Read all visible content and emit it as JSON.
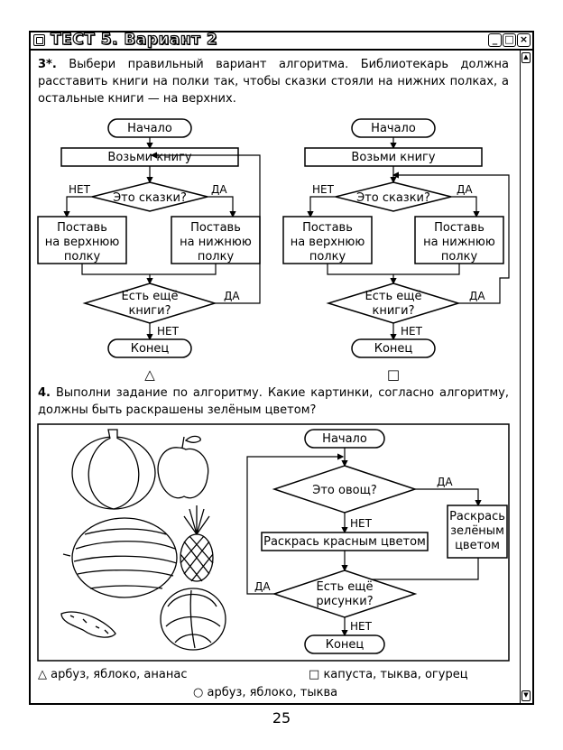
{
  "window": {
    "title": "ТЕСТ 5. Вариант 2",
    "buttons": [
      "_",
      "□",
      "×"
    ]
  },
  "q3": {
    "number": "3*.",
    "text": "Выбери правильный вариант алгоритма. Библиотекарь должна расставить книги на полки так, чтобы сказки стояли на нижних полках, а остальные книги — на верхних.",
    "flowchart_left": {
      "start": "Начало",
      "take": "Возьми книгу",
      "decision": "Это сказки?",
      "no": "НЕТ",
      "yes": "ДА",
      "left_action": [
        "Поставь",
        "на верхнюю",
        "полку"
      ],
      "right_action": [
        "Поставь",
        "на нижнюю",
        "полку"
      ],
      "loop": [
        "Есть ещё",
        "книги?"
      ],
      "loop_yes": "ДА",
      "loop_no": "НЕТ",
      "end": "Конец",
      "marker": "△"
    },
    "flowchart_right": {
      "start": "Начало",
      "take": "Возьми книгу",
      "decision": "Это сказки?",
      "no": "НЕТ",
      "yes": "ДА",
      "left_action": [
        "Поставь",
        "на верхнюю",
        "полку"
      ],
      "right_action": [
        "Поставь",
        "на нижнюю",
        "полку"
      ],
      "loop": [
        "Есть ещё",
        "книги?"
      ],
      "loop_yes": "ДА",
      "loop_no": "НЕТ",
      "end": "Конец",
      "marker": "□"
    }
  },
  "q4": {
    "number": "4.",
    "text": "Выполни задание по алгоритму. Какие картинки, согласно алгоритму, должны быть раскрашены зелёным цветом?",
    "flowchart": {
      "start": "Начало",
      "decision": "Это овощ?",
      "yes": "ДА",
      "no": "НЕТ",
      "red": "Раскрась красным цветом",
      "green": [
        "Раскрась",
        "зелёным",
        "цветом"
      ],
      "loop": [
        "Есть ещё",
        "рисунки?"
      ],
      "loop_yes": "ДА",
      "loop_no": "НЕТ",
      "end": "Конец"
    },
    "pictures": [
      "pumpkin",
      "apple",
      "watermelon",
      "pineapple",
      "cucumber",
      "cabbage"
    ],
    "answers": [
      {
        "marker": "△",
        "text": "арбуз, яблоко, ананас"
      },
      {
        "marker": "□",
        "text": "капуста, тыква, огурец"
      },
      {
        "marker": "○",
        "text": "арбуз, яблоко, тыква"
      }
    ]
  },
  "page_number": "25"
}
